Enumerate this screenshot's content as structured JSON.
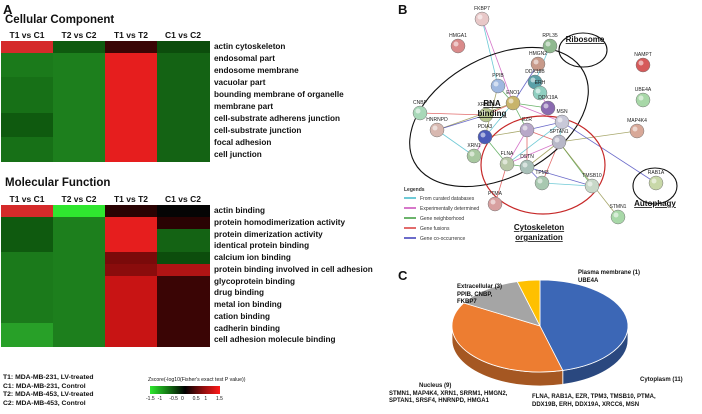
{
  "panels": {
    "a": "A",
    "b": "B",
    "c": "C"
  },
  "cellular": {
    "title": "Cellular Component",
    "columns": [
      "T1 vs C1",
      "T2 vs C2",
      "T1 vs T2",
      "C1 vs C2"
    ],
    "terms": [
      "actin cytoskeleton",
      "endosomal part",
      "endosome membrane",
      "vacuolar part",
      "bounding membrane of organelle",
      "membrane part",
      "cell-substrate adherens junction",
      "cell-substrate junction",
      "focal adhesion",
      "cell junction"
    ],
    "colors": [
      [
        "#d52a2a",
        "#0f5a0f",
        "#3a0505",
        "#0c4d0c"
      ],
      [
        "#1b7a1b",
        "#1d7f1d",
        "#e61e1e",
        "#146314"
      ],
      [
        "#1b7a1b",
        "#1d7f1d",
        "#e61e1e",
        "#146314"
      ],
      [
        "#177017",
        "#1d7f1d",
        "#e61e1e",
        "#146314"
      ],
      [
        "#177017",
        "#1d7f1d",
        "#e61e1e",
        "#146314"
      ],
      [
        "#177017",
        "#1d7f1d",
        "#e61e1e",
        "#146314"
      ],
      [
        "#0f5a0f",
        "#1d7f1d",
        "#e61e1e",
        "#146314"
      ],
      [
        "#0f5a0f",
        "#1d7f1d",
        "#e61e1e",
        "#146314"
      ],
      [
        "#177017",
        "#1d7f1d",
        "#e61e1e",
        "#146314"
      ],
      [
        "#177017",
        "#1d7f1d",
        "#e61e1e",
        "#146314"
      ]
    ]
  },
  "molecular": {
    "title": "Molecular Function",
    "columns": [
      "T1 vs C1",
      "T2 vs C2",
      "T1 vs T2",
      "C1 vs C2"
    ],
    "terms": [
      "actin binding",
      "protein homodimerization activity",
      "protein dimerization activity",
      "identical protein binding",
      "calcium ion binding",
      "protein binding involved in cell adhesion",
      "glycoprotein binding",
      "drug binding",
      "metal ion binding",
      "cation binding",
      "cadherin binding",
      "cell adhesion molecule binding"
    ],
    "colors": [
      [
        "#d52a2a",
        "#2fe62f",
        "#2a0303",
        "#050505"
      ],
      [
        "#0f5a0f",
        "#1d7f1d",
        "#e61e1e",
        "#2a0303"
      ],
      [
        "#0f5a0f",
        "#1d7f1d",
        "#e61e1e",
        "#146314"
      ],
      [
        "#0f5a0f",
        "#1d7f1d",
        "#e61e1e",
        "#146314"
      ],
      [
        "#1b7a1b",
        "#1d7f1d",
        "#7a0a0a",
        "#0c4d0c"
      ],
      [
        "#1b7a1b",
        "#1d7f1d",
        "#8a0c0c",
        "#b01414"
      ],
      [
        "#1b7a1b",
        "#1d7f1d",
        "#c81414",
        "#3a0505"
      ],
      [
        "#1b7a1b",
        "#1d7f1d",
        "#c81414",
        "#3a0505"
      ],
      [
        "#1b7a1b",
        "#1d7f1d",
        "#c81414",
        "#3a0505"
      ],
      [
        "#1b7a1b",
        "#1d7f1d",
        "#c81414",
        "#3a0505"
      ],
      [
        "#28a028",
        "#1d7f1d",
        "#c81414",
        "#3a0505"
      ],
      [
        "#28a028",
        "#1d7f1d",
        "#c81414",
        "#3a0505"
      ]
    ]
  },
  "key": [
    "T1: MDA-MB-231, LV-treated",
    "C1: MDA-MB-231, Control",
    "T2: MDA-MB-453, LV-treated",
    "C2: MDA-MB-453, Control"
  ],
  "scale": {
    "title": "Zscore(-log10(Fisher's exact test P value))",
    "ticks": [
      "-1.5",
      "-1",
      "-0.5",
      "0",
      "0.5",
      "1",
      "1.5"
    ]
  },
  "network": {
    "nodes": [
      {
        "label": "FKBP7",
        "color": "#e8c8c8"
      },
      {
        "label": "HMGA1",
        "color": "#d98a8a"
      },
      {
        "label": "RPL35",
        "color": "#8fb98f"
      },
      {
        "label": "HMGN2",
        "color": "#c89a8a"
      },
      {
        "label": "DDX19B",
        "color": "#5aa0a8"
      },
      {
        "label": "NAMPT",
        "color": "#d65a5a"
      },
      {
        "label": "PPIB",
        "color": "#9fb8e0"
      },
      {
        "label": "ERH",
        "color": "#8fcfc0"
      },
      {
        "label": "ENO1",
        "color": "#c8b46a"
      },
      {
        "label": "DDX19A",
        "color": "#8a6ab0"
      },
      {
        "label": "UBE4A",
        "color": "#a8d8a8"
      },
      {
        "label": "CNBP",
        "color": "#a8d8b8"
      },
      {
        "label": "XRCC6",
        "color": "#b8c890"
      },
      {
        "label": "MSN",
        "color": "#c8c8d8"
      },
      {
        "label": "MAP4K4",
        "color": "#d8a898"
      },
      {
        "label": "HNRNPD",
        "color": "#d8b8b0"
      },
      {
        "label": "PDIA3",
        "color": "#4a5ab8"
      },
      {
        "label": "EZR",
        "color": "#b8a8c8"
      },
      {
        "label": "SPTAN1",
        "color": "#b8b8c8"
      },
      {
        "label": "XRN1",
        "color": "#a8c8a0"
      },
      {
        "label": "FLNA",
        "color": "#b8c8a8"
      },
      {
        "label": "DSTN",
        "color": "#a8c0b8"
      },
      {
        "label": "TPM3",
        "color": "#a8c8b0"
      },
      {
        "label": "TMSB10",
        "color": "#c8d8c8"
      },
      {
        "label": "RAB1A",
        "color": "#c8d8a8"
      },
      {
        "label": "PTMA",
        "color": "#d8a0a0"
      },
      {
        "label": "STMN1",
        "color": "#a8d8a8"
      }
    ],
    "clusters": [
      "RNA binding",
      "Ribosome",
      "Cytoskeleton organization",
      "Autophagy"
    ],
    "legend": {
      "title": "Legends",
      "items": [
        {
          "label": "From curated databases",
          "color": "#3fb8c8"
        },
        {
          "label": "Experimentally determined",
          "color": "#c84ab8"
        },
        {
          "label": "Gene neighborhood",
          "color": "#3a9a3a"
        },
        {
          "label": "Gene fusions",
          "color": "#d83a3a"
        },
        {
          "label": "Gene co-occurrence",
          "color": "#3a3ab8"
        }
      ]
    }
  },
  "pie": {
    "slices": [
      {
        "name": "Cytoplasm",
        "count": 11,
        "color": "#3c67b6"
      },
      {
        "name": "Nucleus",
        "count": 9,
        "color": "#ed7d31"
      },
      {
        "name": "Extracellular",
        "count": 3,
        "color": "#a5a5a5"
      },
      {
        "name": "Plasma membrane",
        "count": 1,
        "color": "#ffc000"
      }
    ],
    "labels": {
      "cytoplasm": "Cytoplasm (11)",
      "cytoplasm_genes_1": "FLNA, RAB1A, EZR, TPM3, TMSB10, PTMA,",
      "cytoplasm_genes_2": "DDX19B, ERH, DDX19A, XRCC6, MSN",
      "nucleus": "Nucleus (9)",
      "nucleus_genes_1": "STMN1, MAP4K4, XRN1, SRRM1, HMGN2,",
      "nucleus_genes_2": "SPTAN1, SRSF4, HNRNPD, HMGA1",
      "extracellular": "Extracellular (3)",
      "extracellular_genes_1": "PPIB, CNBP,",
      "extracellular_genes_2": "FKBP7",
      "plasma": "Plasma membrane (1)",
      "plasma_genes": "UBE4A"
    }
  }
}
